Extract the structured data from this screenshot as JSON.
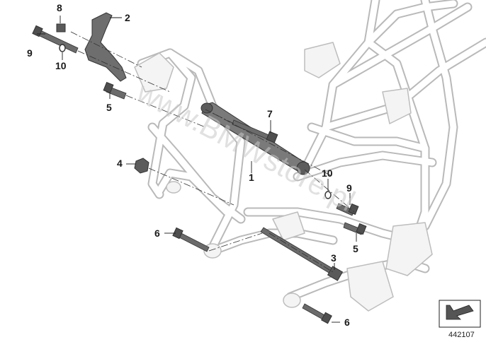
{
  "diagram": {
    "watermark": "www.BMWstore.pl",
    "diagram_number": "442107",
    "icon": "view-direction-icon",
    "callouts": [
      {
        "id": "c8a",
        "label": "8"
      },
      {
        "id": "c2",
        "label": "2"
      },
      {
        "id": "c9a",
        "label": "9"
      },
      {
        "id": "c10a",
        "label": "10"
      },
      {
        "id": "c5a",
        "label": "5"
      },
      {
        "id": "c7",
        "label": "7"
      },
      {
        "id": "c4",
        "label": "4"
      },
      {
        "id": "c1",
        "label": "1"
      },
      {
        "id": "c10b",
        "label": "10"
      },
      {
        "id": "c9b",
        "label": "9"
      },
      {
        "id": "c6a",
        "label": "6"
      },
      {
        "id": "c5b",
        "label": "5"
      },
      {
        "id": "c3",
        "label": "3"
      },
      {
        "id": "c6b",
        "label": "6"
      }
    ]
  }
}
